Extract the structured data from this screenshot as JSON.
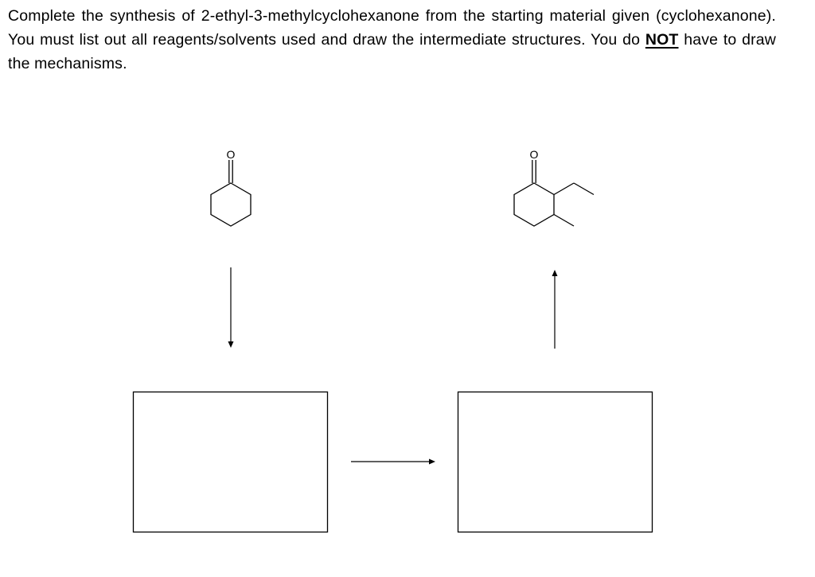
{
  "question": {
    "part1": "Complete the synthesis of 2-ethyl-3-methylcyclohexanone from the starting material given (cyclohexanone). You must list out all reagents/solvents used and draw the intermediate structures. You do ",
    "emphasis": "NOT",
    "part2": " have to draw the mechanisms."
  },
  "starting_material": {
    "oxygen_label": "O"
  },
  "product": {
    "oxygen_label": "O"
  }
}
